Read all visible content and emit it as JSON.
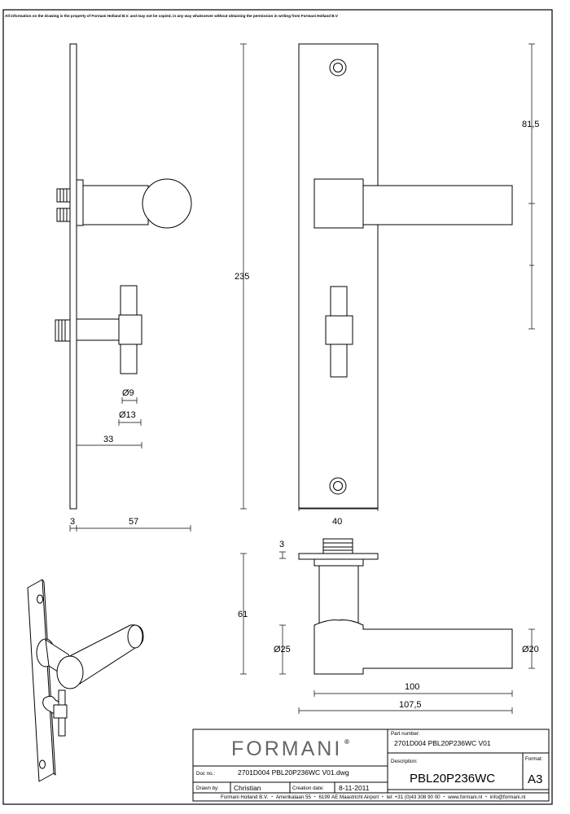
{
  "notice": "All information on the drawing is the property of Formani Holland B.V. and may not be copied, in any way whatsoever without obtaining the permission in writing from Formani Holland B.V",
  "dimensions": {
    "side_plate_height": "235",
    "rose_offset": "81,5",
    "knob_diameter": "Ø9",
    "rose_diameter": "Ø13",
    "knob_projection": "33",
    "plate_thickness": "3",
    "handle_projection": "57",
    "plate_width": "40",
    "rose_thickness": "3",
    "handle_depth": "61",
    "neck_diameter": "Ø25",
    "lever_diameter": "Ø20",
    "lever_length": "100",
    "lever_total_length": "107,5"
  },
  "title_block": {
    "brand": "FORMANI",
    "part_number_label": "Part number:",
    "part_number": "2701D004 PBL20P236WC V01",
    "doc_no_label": "Doc no.:",
    "doc_no": "2701D004 PBL20P236WC V01.dwg",
    "description_label": "Description:",
    "description": "PBL20P236WC",
    "format_label": "Format:",
    "format": "A3",
    "drawn_by_label": "Drawn by:",
    "drawn_by": "Christian",
    "creation_date_label": "Creation date:",
    "creation_date": "8-11-2011",
    "footer": "Formani Holland B.V. ・ Amerikalaan 55 ・ 6199 AE Maastricht Airport ・ tel: +31 (0)43 308 90 00 ・ www.formani.nl ・ info@formani.nl"
  }
}
